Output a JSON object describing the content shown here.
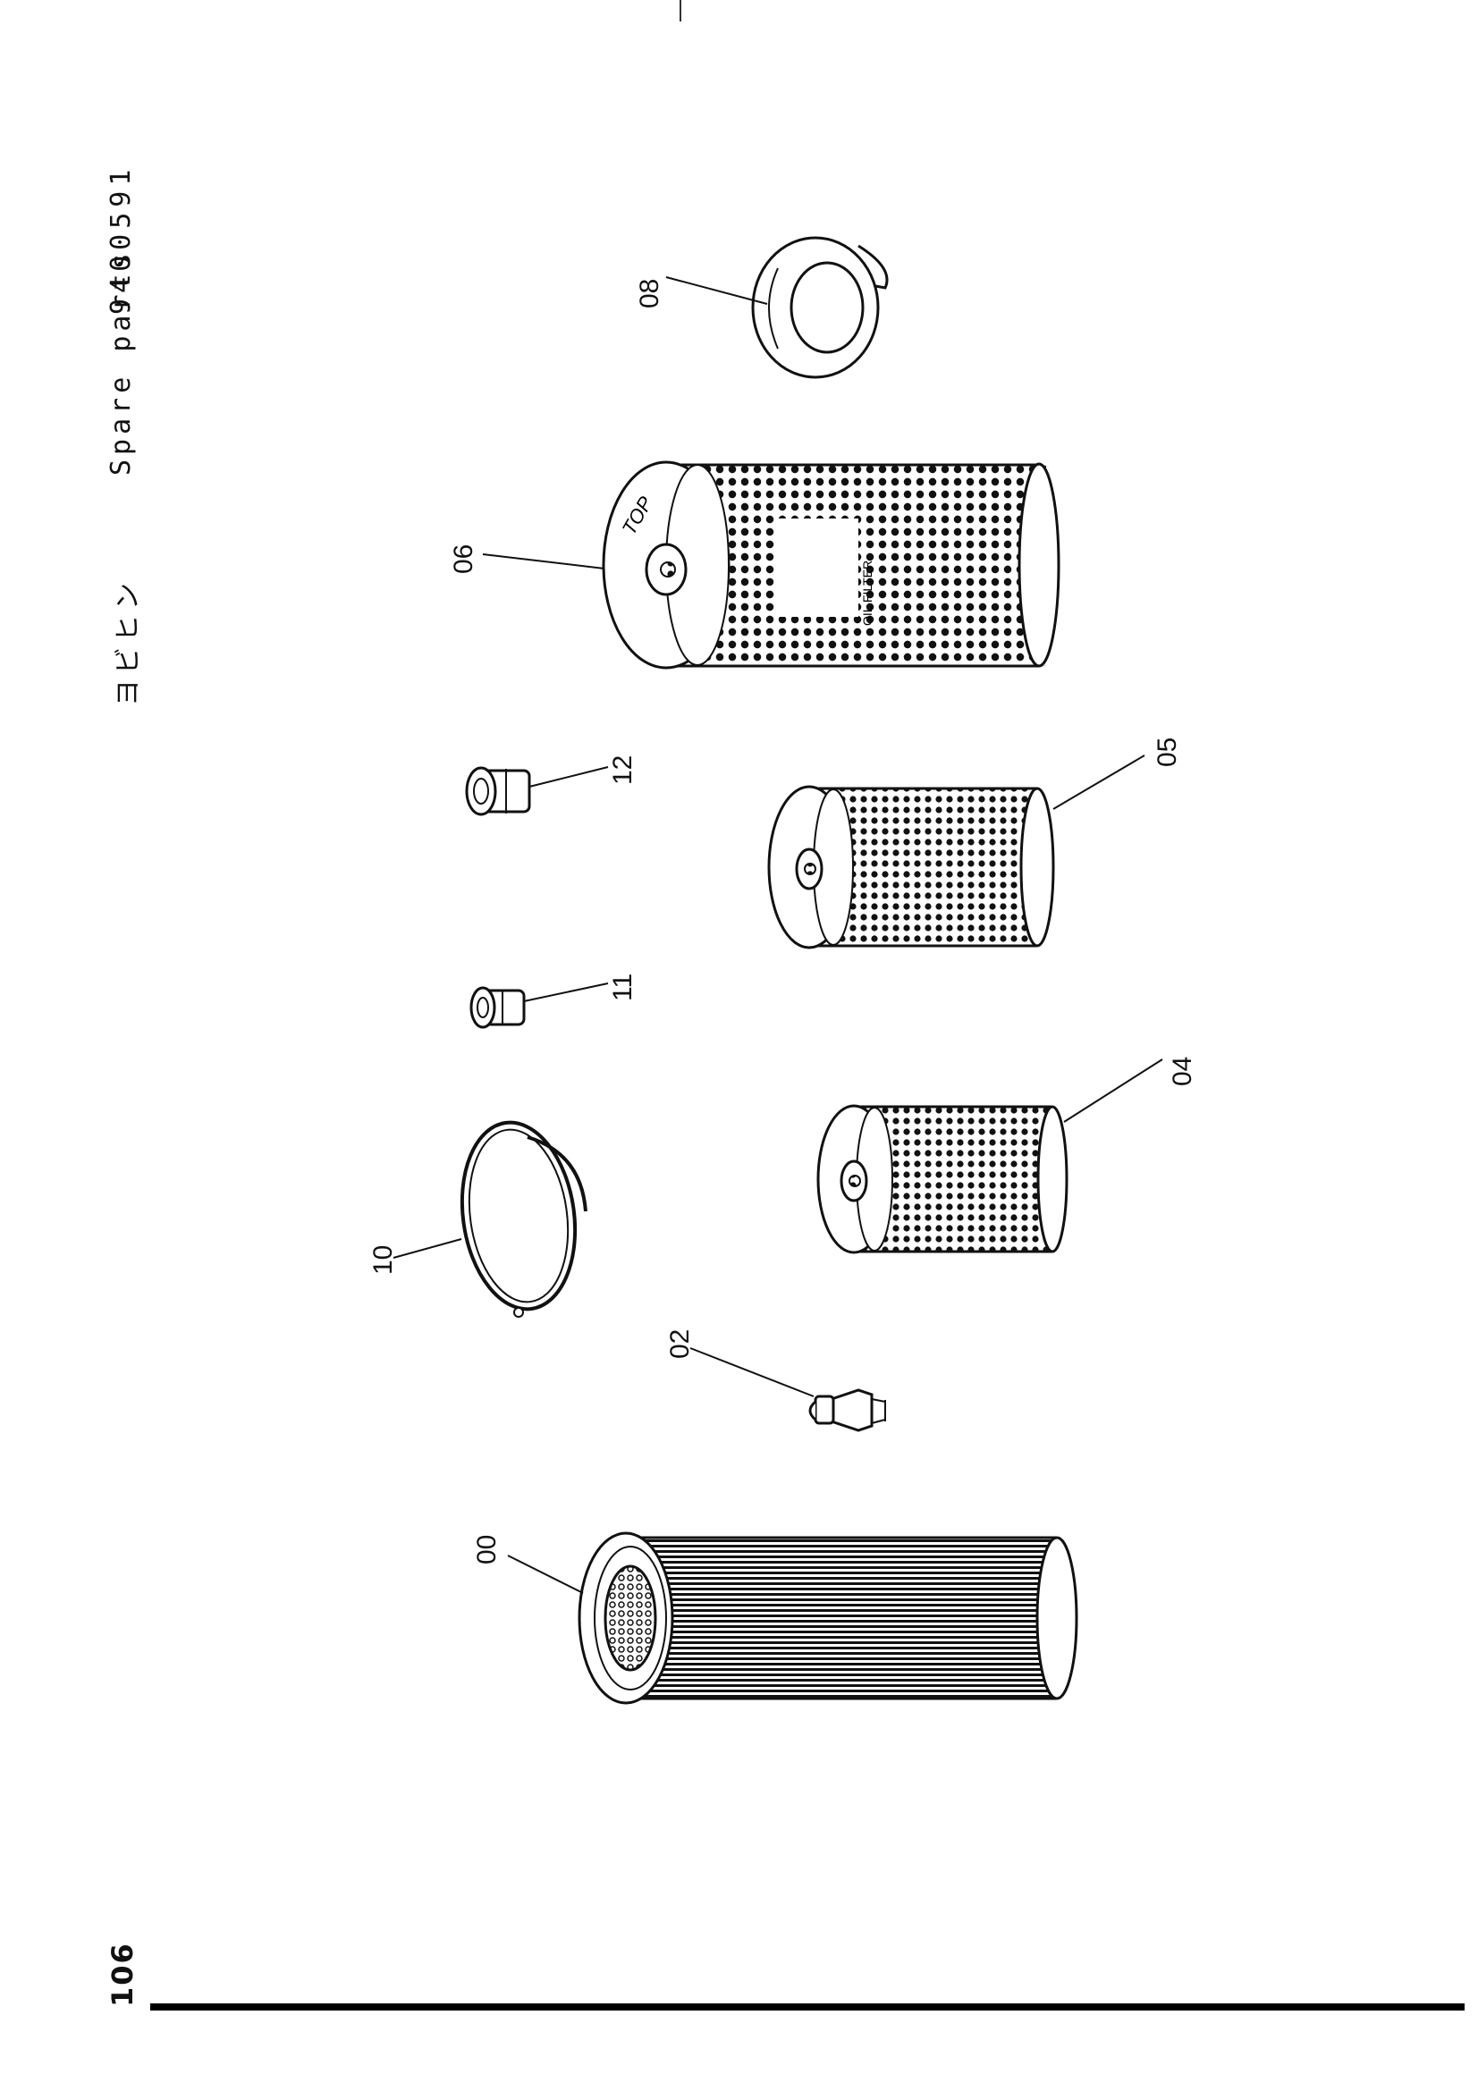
{
  "header": {
    "title": "ヨビヒン",
    "label": "Spare parts",
    "code": "9400591"
  },
  "page_number": "106",
  "callouts": {
    "c00": "00",
    "c02": "02",
    "c04": "04",
    "c05": "05",
    "c06": "06",
    "c08": "08",
    "c10": "10",
    "c11": "11",
    "c12": "12"
  },
  "filter_text": {
    "top": "TOP",
    "line1": "OIL FILTER"
  }
}
